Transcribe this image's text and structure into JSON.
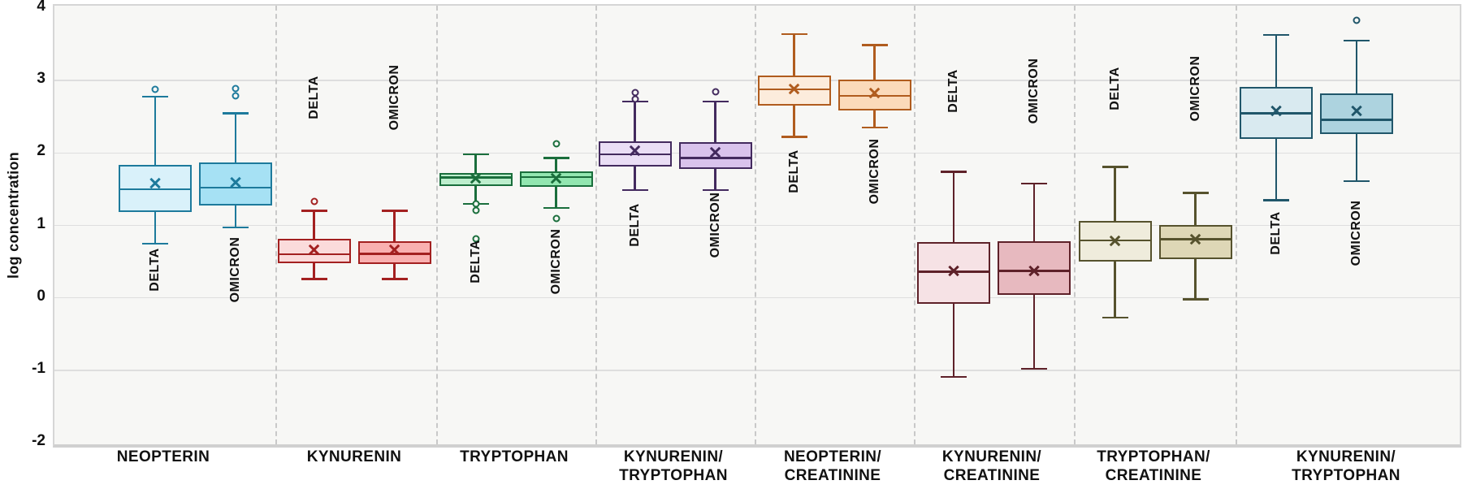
{
  "axis": {
    "y_title": "log concentration",
    "y_ticks": [
      "4",
      "3",
      "2",
      "1",
      "0",
      "-1",
      "-2"
    ],
    "y_tick_values": [
      4,
      3,
      2,
      1,
      0,
      -1,
      -2
    ]
  },
  "chart_data": {
    "type": "boxplot",
    "title": "",
    "ylabel": "log concentration",
    "ylim": [
      -2,
      4
    ],
    "grid": "horizontal",
    "groups_per_category": [
      "DELTA",
      "OMICRON"
    ],
    "sections": [
      {
        "category": "NEOPTERIN",
        "label_lines": [
          "NEOPTERIN"
        ],
        "border_color": "#1d7a9c",
        "label_y": 330,
        "boxes": [
          {
            "group": "DELTA",
            "fill": "#d9f1fa",
            "whislo": 0.75,
            "q1": 1.19,
            "med": 1.5,
            "mean": 1.57,
            "q3": 1.83,
            "whishi": 2.78,
            "outliers": [
              2.88
            ]
          },
          {
            "group": "OMICRON",
            "fill": "#a6e1f4",
            "whislo": 0.97,
            "q1": 1.28,
            "med": 1.52,
            "mean": 1.58,
            "q3": 1.87,
            "whishi": 2.55,
            "outliers": [
              2.79,
              2.89
            ]
          }
        ]
      },
      {
        "category": "KYNURENIN",
        "label_lines": [
          "KYNURENIN"
        ],
        "border_color": "#a32020",
        "label_y": 118,
        "boxes": [
          {
            "group": "DELTA",
            "fill": "#fbdbdb",
            "whislo": 0.26,
            "q1": 0.48,
            "med": 0.6,
            "mean": 0.65,
            "q3": 0.81,
            "whishi": 1.2,
            "outliers": [
              1.33
            ]
          },
          {
            "group": "OMICRON",
            "fill": "#f9b0b0",
            "whislo": 0.26,
            "q1": 0.47,
            "med": 0.61,
            "mean": 0.65,
            "q3": 0.78,
            "whishi": 1.2,
            "outliers": []
          }
        ]
      },
      {
        "category": "TRYPTOPHAN",
        "label_lines": [
          "TRYPTOPHAN"
        ],
        "border_color": "#1a6e3c",
        "label_y": 320,
        "boxes": [
          {
            "group": "DELTA",
            "fill": "#bdeecd",
            "whislo": 1.3,
            "q1": 1.54,
            "med": 1.66,
            "mean": 1.63,
            "q3": 1.72,
            "whishi": 1.98,
            "outliers": [
              1.3,
              1.21,
              0.81
            ]
          },
          {
            "group": "OMICRON",
            "fill": "#92e6b0",
            "whislo": 1.24,
            "q1": 1.53,
            "med": 1.67,
            "mean": 1.63,
            "q3": 1.75,
            "whishi": 1.93,
            "outliers": [
              2.13,
              1.1
            ]
          }
        ]
      },
      {
        "category": "KYNURENIN/TRYPTOPHAN",
        "label_lines": [
          "KYNURENIN/",
          "TRYPTOPHAN"
        ],
        "border_color": "#432a5e",
        "label_y": 275,
        "boxes": [
          {
            "group": "DELTA",
            "fill": "#eadef5",
            "whislo": 1.49,
            "q1": 1.81,
            "med": 1.98,
            "mean": 2.02,
            "q3": 2.16,
            "whishi": 2.71,
            "outliers": [
              2.83,
              2.74
            ]
          },
          {
            "group": "OMICRON",
            "fill": "#d9c3ec",
            "whislo": 1.49,
            "q1": 1.78,
            "med": 1.93,
            "mean": 1.99,
            "q3": 2.15,
            "whishi": 2.71,
            "outliers": [
              2.84
            ]
          }
        ]
      },
      {
        "category": "NEOPTERIN/CREATININE",
        "label_lines": [
          "NEOPTERIN/",
          "CREATININE"
        ],
        "border_color": "#b05c1e",
        "label_y": 209,
        "boxes": [
          {
            "group": "DELTA",
            "fill": "#fcecdc",
            "whislo": 2.22,
            "q1": 2.65,
            "med": 2.88,
            "mean": 2.87,
            "q3": 3.07,
            "whishi": 3.64,
            "outliers": []
          },
          {
            "group": "OMICRON",
            "fill": "#fbdaba",
            "whislo": 2.35,
            "q1": 2.59,
            "med": 2.79,
            "mean": 2.81,
            "q3": 3.01,
            "whishi": 3.49,
            "outliers": []
          }
        ]
      },
      {
        "category": "KYNURENIN/CREATININE",
        "label_lines": [
          "KYNURENIN/",
          "CREATININE"
        ],
        "border_color": "#5e2129",
        "label_y": 110,
        "boxes": [
          {
            "group": "DELTA",
            "fill": "#f6e2e5",
            "whislo": -1.09,
            "q1": -0.08,
            "med": 0.36,
            "mean": 0.35,
            "q3": 0.77,
            "whishi": 1.74,
            "outliers": []
          },
          {
            "group": "OMICRON",
            "fill": "#e7b9bf",
            "whislo": -0.98,
            "q1": 0.04,
            "med": 0.37,
            "mean": 0.35,
            "q3": 0.78,
            "whishi": 1.58,
            "outliers": []
          }
        ]
      },
      {
        "category": "TRYPTOPHAN/CREATININE",
        "label_lines": [
          "TRYPTOPHAN/",
          "CREATININE"
        ],
        "border_color": "#56522d",
        "label_y": 107,
        "boxes": [
          {
            "group": "DELTA",
            "fill": "#efecdc",
            "whislo": -0.27,
            "q1": 0.5,
            "med": 0.79,
            "mean": 0.77,
            "q3": 1.06,
            "whishi": 1.81,
            "outliers": []
          },
          {
            "group": "OMICRON",
            "fill": "#ded7b6",
            "whislo": -0.02,
            "q1": 0.54,
            "med": 0.81,
            "mean": 0.79,
            "q3": 1.01,
            "whishi": 1.45,
            "outliers": []
          }
        ]
      },
      {
        "category": "KYNURENIN/TRYPTOPHAN",
        "label_lines": [
          "KYNURENIN/",
          "TRYPTOPHAN"
        ],
        "border_color": "#20566a",
        "label_y": 285,
        "boxes": [
          {
            "group": "DELTA",
            "fill": "#d9eaf0",
            "whislo": 1.35,
            "q1": 2.19,
            "med": 2.55,
            "mean": 2.56,
            "q3": 2.91,
            "whishi": 3.63,
            "outliers": []
          },
          {
            "group": "OMICRON",
            "fill": "#add3df",
            "whislo": 1.61,
            "q1": 2.26,
            "med": 2.46,
            "mean": 2.57,
            "q3": 2.82,
            "whishi": 3.55,
            "outliers": [
              3.83
            ]
          }
        ]
      }
    ]
  }
}
